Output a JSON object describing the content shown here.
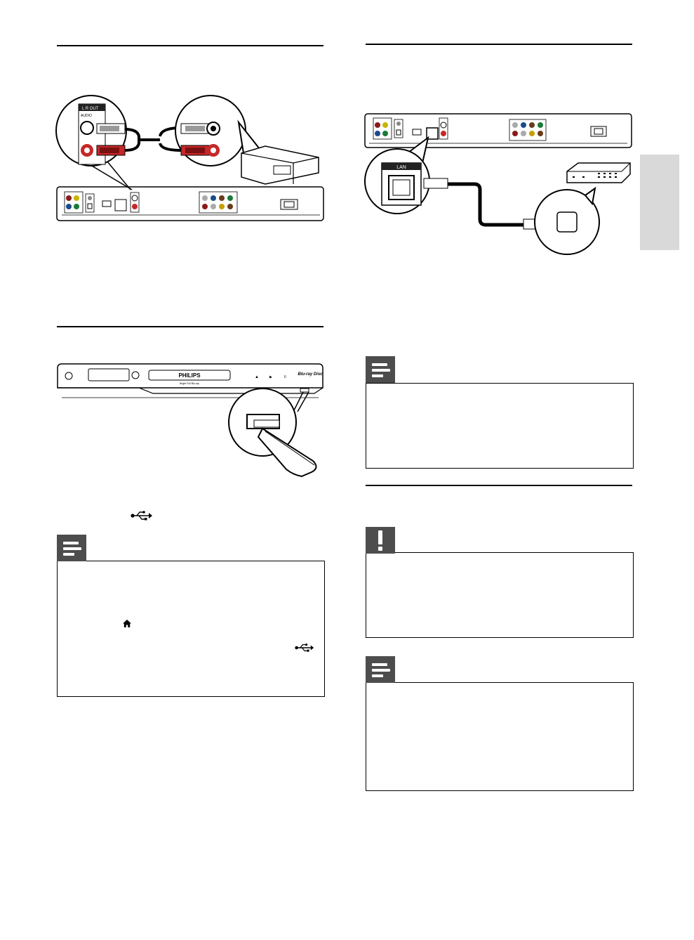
{
  "audio_diagram": {
    "panel_label": "L  R  OUT",
    "panel_sublabel": "AUDIO"
  },
  "player_front": {
    "brand": "PHILIPS",
    "tagline": "Bright   Full   Blu-ray",
    "logo": "Blu-ray Disc",
    "eject_symbol": "▲",
    "play_symbol": "▶",
    "pause_symbol": "II"
  },
  "lan_diagram": {
    "port_label": "LAN"
  },
  "icons": {
    "usb": "usb-icon",
    "home": "home-icon",
    "note": "note-icon",
    "caution": "caution-icon"
  },
  "colors": {
    "red_plug": "#c62828",
    "grey_box": "#4d4d4d",
    "side_tab": "#d9d9d9"
  }
}
